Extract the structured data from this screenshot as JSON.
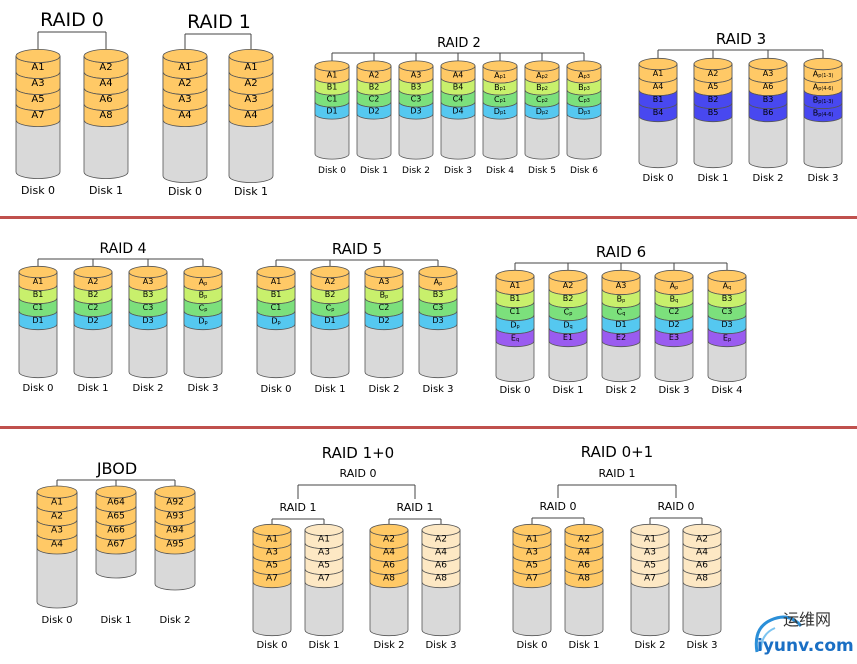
{
  "colors": {
    "orange": "#ffc966",
    "light_orange": "#fde8c4",
    "yellow_green": "#c8f06c",
    "green": "#7ce07c",
    "cyan": "#55c8f0",
    "blue": "#4848f0",
    "purple": "#9a5cf0",
    "disk_grey": "#d9d9d9",
    "divider": "#c0504d",
    "watermark_text": "#333333",
    "watermark_url": "#1a6fc4"
  },
  "watermark": {
    "text": "运维网",
    "url": "iyunv.com"
  },
  "diagrams": [
    {
      "title": "RAID 0",
      "disks": [
        {
          "label": "Disk 0",
          "blocks": [
            [
              "A1",
              "orange"
            ],
            [
              "A3",
              "orange"
            ],
            [
              "A5",
              "orange"
            ],
            [
              "A7",
              "orange"
            ]
          ]
        },
        {
          "label": "Disk 1",
          "blocks": [
            [
              "A2",
              "orange"
            ],
            [
              "A4",
              "orange"
            ],
            [
              "A6",
              "orange"
            ],
            [
              "A8",
              "orange"
            ]
          ]
        }
      ]
    },
    {
      "title": "RAID 1",
      "disks": [
        {
          "label": "Disk 0",
          "blocks": [
            [
              "A1",
              "orange"
            ],
            [
              "A2",
              "orange"
            ],
            [
              "A3",
              "orange"
            ],
            [
              "A4",
              "orange"
            ]
          ]
        },
        {
          "label": "Disk 1",
          "blocks": [
            [
              "A1",
              "orange"
            ],
            [
              "A2",
              "orange"
            ],
            [
              "A3",
              "orange"
            ],
            [
              "A4",
              "orange"
            ]
          ]
        }
      ]
    },
    {
      "title": "RAID 2",
      "disks": [
        {
          "label": "Disk 0",
          "blocks": [
            [
              "A1",
              "orange"
            ],
            [
              "B1",
              "yellow_green"
            ],
            [
              "C1",
              "green"
            ],
            [
              "D1",
              "cyan"
            ]
          ]
        },
        {
          "label": "Disk 1",
          "blocks": [
            [
              "A2",
              "orange"
            ],
            [
              "B2",
              "yellow_green"
            ],
            [
              "C2",
              "green"
            ],
            [
              "D2",
              "cyan"
            ]
          ]
        },
        {
          "label": "Disk 2",
          "blocks": [
            [
              "A3",
              "orange"
            ],
            [
              "B3",
              "yellow_green"
            ],
            [
              "C3",
              "green"
            ],
            [
              "D3",
              "cyan"
            ]
          ]
        },
        {
          "label": "Disk 3",
          "blocks": [
            [
              "A4",
              "orange"
            ],
            [
              "B4",
              "yellow_green"
            ],
            [
              "C4",
              "green"
            ],
            [
              "D4",
              "cyan"
            ]
          ]
        },
        {
          "label": "Disk 4",
          "blocks": [
            [
              "Ap1",
              "orange"
            ],
            [
              "Bp1",
              "yellow_green"
            ],
            [
              "Cp1",
              "green"
            ],
            [
              "Dp1",
              "cyan"
            ]
          ]
        },
        {
          "label": "Disk 5",
          "blocks": [
            [
              "Ap2",
              "orange"
            ],
            [
              "Bp2",
              "yellow_green"
            ],
            [
              "Cp2",
              "green"
            ],
            [
              "Dp2",
              "cyan"
            ]
          ]
        },
        {
          "label": "Disk 6",
          "blocks": [
            [
              "Ap3",
              "orange"
            ],
            [
              "Bp3",
              "yellow_green"
            ],
            [
              "Cp3",
              "green"
            ],
            [
              "Dp3",
              "cyan"
            ]
          ]
        }
      ]
    },
    {
      "title": "RAID 3",
      "disks": [
        {
          "label": "Disk 0",
          "blocks": [
            [
              "A1",
              "orange"
            ],
            [
              "A4",
              "orange"
            ],
            [
              "B1",
              "blue"
            ],
            [
              "B4",
              "blue"
            ]
          ]
        },
        {
          "label": "Disk 1",
          "blocks": [
            [
              "A2",
              "orange"
            ],
            [
              "A5",
              "orange"
            ],
            [
              "B2",
              "blue"
            ],
            [
              "B5",
              "blue"
            ]
          ]
        },
        {
          "label": "Disk 2",
          "blocks": [
            [
              "A3",
              "orange"
            ],
            [
              "A6",
              "orange"
            ],
            [
              "B3",
              "blue"
            ],
            [
              "B6",
              "blue"
            ]
          ]
        },
        {
          "label": "Disk 3",
          "blocks": [
            [
              "Ap(1-3)",
              "orange"
            ],
            [
              "Ap(4-6)",
              "orange"
            ],
            [
              "Bp(1-3)",
              "blue"
            ],
            [
              "Bp(4-6)",
              "blue"
            ]
          ]
        }
      ]
    },
    {
      "title": "RAID 4",
      "disks": [
        {
          "label": "Disk 0",
          "blocks": [
            [
              "A1",
              "orange"
            ],
            [
              "B1",
              "yellow_green"
            ],
            [
              "C1",
              "green"
            ],
            [
              "D1",
              "cyan"
            ]
          ]
        },
        {
          "label": "Disk 1",
          "blocks": [
            [
              "A2",
              "orange"
            ],
            [
              "B2",
              "yellow_green"
            ],
            [
              "C2",
              "green"
            ],
            [
              "D2",
              "cyan"
            ]
          ]
        },
        {
          "label": "Disk 2",
          "blocks": [
            [
              "A3",
              "orange"
            ],
            [
              "B3",
              "yellow_green"
            ],
            [
              "C3",
              "green"
            ],
            [
              "D3",
              "cyan"
            ]
          ]
        },
        {
          "label": "Disk 3",
          "blocks": [
            [
              "Ap",
              "orange"
            ],
            [
              "Bp",
              "yellow_green"
            ],
            [
              "Cp",
              "green"
            ],
            [
              "Dp",
              "cyan"
            ]
          ]
        }
      ]
    },
    {
      "title": "RAID 5",
      "disks": [
        {
          "label": "Disk 0",
          "blocks": [
            [
              "A1",
              "orange"
            ],
            [
              "B1",
              "yellow_green"
            ],
            [
              "C1",
              "green"
            ],
            [
              "Dp",
              "cyan"
            ]
          ]
        },
        {
          "label": "Disk 1",
          "blocks": [
            [
              "A2",
              "orange"
            ],
            [
              "B2",
              "yellow_green"
            ],
            [
              "Cp",
              "green"
            ],
            [
              "D1",
              "cyan"
            ]
          ]
        },
        {
          "label": "Disk 2",
          "blocks": [
            [
              "A3",
              "orange"
            ],
            [
              "Bp",
              "yellow_green"
            ],
            [
              "C2",
              "green"
            ],
            [
              "D2",
              "cyan"
            ]
          ]
        },
        {
          "label": "Disk 3",
          "blocks": [
            [
              "Ap",
              "orange"
            ],
            [
              "B3",
              "yellow_green"
            ],
            [
              "C3",
              "green"
            ],
            [
              "D3",
              "cyan"
            ]
          ]
        }
      ]
    },
    {
      "title": "RAID 6",
      "disks": [
        {
          "label": "Disk 0",
          "blocks": [
            [
              "A1",
              "orange"
            ],
            [
              "B1",
              "yellow_green"
            ],
            [
              "C1",
              "green"
            ],
            [
              "Dp",
              "cyan"
            ],
            [
              "Eq",
              "purple"
            ]
          ]
        },
        {
          "label": "Disk 1",
          "blocks": [
            [
              "A2",
              "orange"
            ],
            [
              "B2",
              "yellow_green"
            ],
            [
              "Cp",
              "green"
            ],
            [
              "Dq",
              "cyan"
            ],
            [
              "E1",
              "purple"
            ]
          ]
        },
        {
          "label": "Disk 2",
          "blocks": [
            [
              "A3",
              "orange"
            ],
            [
              "Bp",
              "yellow_green"
            ],
            [
              "Cq",
              "green"
            ],
            [
              "D1",
              "cyan"
            ],
            [
              "E2",
              "purple"
            ]
          ]
        },
        {
          "label": "Disk 3",
          "blocks": [
            [
              "Ap",
              "orange"
            ],
            [
              "Bq",
              "yellow_green"
            ],
            [
              "C2",
              "green"
            ],
            [
              "D2",
              "cyan"
            ],
            [
              "E3",
              "purple"
            ]
          ]
        },
        {
          "label": "Disk 4",
          "blocks": [
            [
              "Aq",
              "orange"
            ],
            [
              "B3",
              "yellow_green"
            ],
            [
              "C3",
              "green"
            ],
            [
              "D3",
              "cyan"
            ],
            [
              "Ep",
              "purple"
            ]
          ]
        }
      ]
    },
    {
      "title": "JBOD",
      "disks": [
        {
          "label": "Disk 0",
          "blocks": [
            [
              "A1",
              "orange"
            ],
            [
              "A2",
              "orange"
            ],
            [
              "A3",
              "orange"
            ],
            [
              "A4",
              "orange"
            ]
          ]
        },
        {
          "label": "Disk 1",
          "blocks": [
            [
              "A64",
              "orange"
            ],
            [
              "A65",
              "orange"
            ],
            [
              "A66",
              "orange"
            ],
            [
              "A67",
              "orange"
            ]
          ]
        },
        {
          "label": "Disk 2",
          "blocks": [
            [
              "A92",
              "orange"
            ],
            [
              "A93",
              "orange"
            ],
            [
              "A94",
              "orange"
            ],
            [
              "A95",
              "orange"
            ]
          ]
        }
      ]
    },
    {
      "title": "RAID 1+0",
      "top_label": "RAID 0",
      "groups": [
        {
          "label": "RAID 1",
          "disks": [
            {
              "label": "Disk 0",
              "blocks": [
                [
                  "A1",
                  "orange"
                ],
                [
                  "A3",
                  "orange"
                ],
                [
                  "A5",
                  "orange"
                ],
                [
                  "A7",
                  "orange"
                ]
              ]
            },
            {
              "label": "Disk 1",
              "blocks": [
                [
                  "A1",
                  "light_orange"
                ],
                [
                  "A3",
                  "light_orange"
                ],
                [
                  "A5",
                  "light_orange"
                ],
                [
                  "A7",
                  "light_orange"
                ]
              ]
            }
          ]
        },
        {
          "label": "RAID 1",
          "disks": [
            {
              "label": "Disk 2",
              "blocks": [
                [
                  "A2",
                  "orange"
                ],
                [
                  "A4",
                  "orange"
                ],
                [
                  "A6",
                  "orange"
                ],
                [
                  "A8",
                  "orange"
                ]
              ]
            },
            {
              "label": "Disk 3",
              "blocks": [
                [
                  "A2",
                  "light_orange"
                ],
                [
                  "A4",
                  "light_orange"
                ],
                [
                  "A6",
                  "light_orange"
                ],
                [
                  "A8",
                  "light_orange"
                ]
              ]
            }
          ]
        }
      ]
    },
    {
      "title": "RAID 0+1",
      "top_label": "RAID 1",
      "groups": [
        {
          "label": "RAID 0",
          "disks": [
            {
              "label": "Disk 0",
              "blocks": [
                [
                  "A1",
                  "orange"
                ],
                [
                  "A3",
                  "orange"
                ],
                [
                  "A5",
                  "orange"
                ],
                [
                  "A7",
                  "orange"
                ]
              ]
            },
            {
              "label": "Disk 1",
              "blocks": [
                [
                  "A2",
                  "orange"
                ],
                [
                  "A4",
                  "orange"
                ],
                [
                  "A6",
                  "orange"
                ],
                [
                  "A8",
                  "orange"
                ]
              ]
            }
          ]
        },
        {
          "label": "RAID 0",
          "disks": [
            {
              "label": "Disk 2",
              "blocks": [
                [
                  "A1",
                  "light_orange"
                ],
                [
                  "A3",
                  "light_orange"
                ],
                [
                  "A5",
                  "light_orange"
                ],
                [
                  "A7",
                  "light_orange"
                ]
              ]
            },
            {
              "label": "Disk 3",
              "blocks": [
                [
                  "A2",
                  "light_orange"
                ],
                [
                  "A4",
                  "light_orange"
                ],
                [
                  "A6",
                  "light_orange"
                ],
                [
                  "A8",
                  "light_orange"
                ]
              ]
            }
          ]
        }
      ]
    }
  ]
}
